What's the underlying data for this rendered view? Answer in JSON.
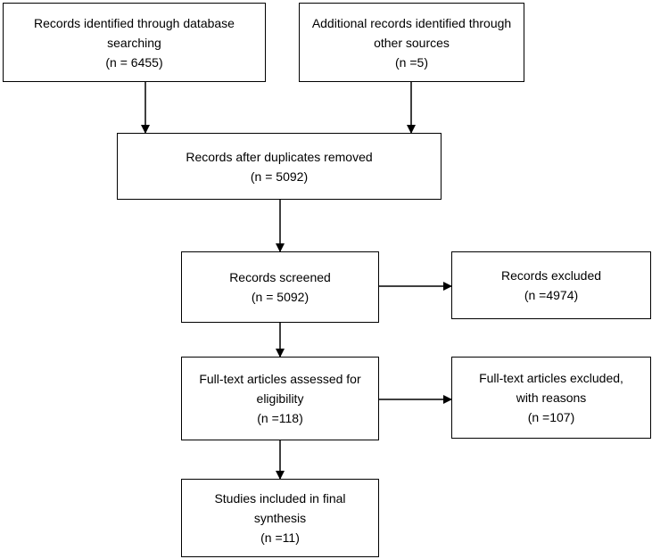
{
  "boxes": {
    "identified_db": {
      "line1": "Records identified through database",
      "line2": "searching",
      "line3": "(n = 6455)"
    },
    "identified_other": {
      "line1": "Additional records identified through",
      "line2": "other sources",
      "line3": "(n =5)"
    },
    "duplicates_removed": {
      "line1": "Records after duplicates removed",
      "line2": "(n = 5092)"
    },
    "screened": {
      "line1": "Records screened",
      "line2": "(n = 5092)"
    },
    "excluded": {
      "line1": "Records excluded",
      "line2": "(n =4974)"
    },
    "fulltext_assessed": {
      "line1": "Full-text articles assessed for",
      "line2": "eligibility",
      "line3": "(n =118)"
    },
    "fulltext_excluded": {
      "line1": "Full-text articles excluded,",
      "line2": "with reasons",
      "line3": "(n =107)"
    },
    "included": {
      "line1": "Studies included in final",
      "line2": "synthesis",
      "line3": "(n =11)"
    }
  }
}
